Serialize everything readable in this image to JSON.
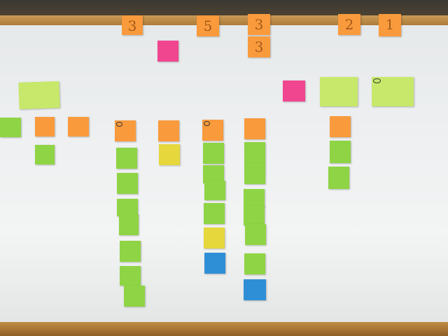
{
  "notes": {
    "num_a": "3",
    "num_b": "5",
    "num_c": "3",
    "num_d": "3",
    "num_e": "2",
    "num_f": "1"
  }
}
